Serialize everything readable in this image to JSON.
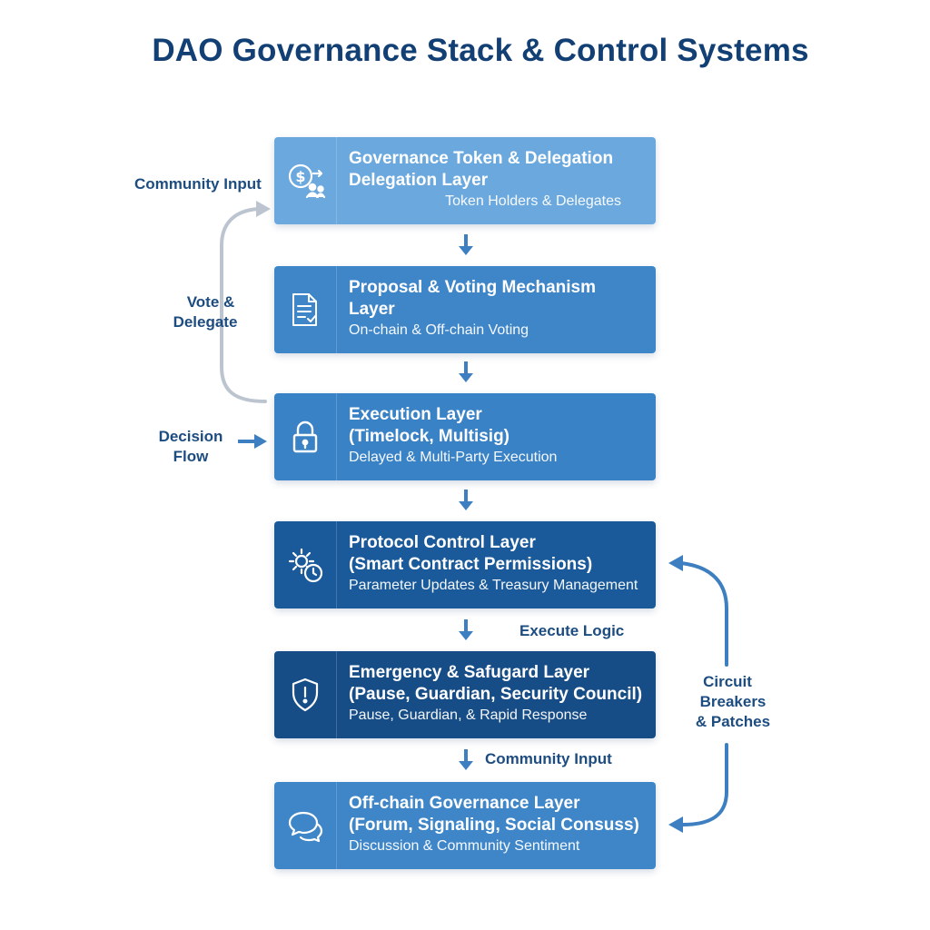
{
  "title": "DAO Governance Stack & Control Systems",
  "layers": [
    {
      "line1": "Governance Token & Delegation",
      "line2": "Delegation Layer",
      "line3": "Token Holders & Delegates",
      "icon": "token-delegation-icon",
      "color": "#6aa8de"
    },
    {
      "line1": "Proposal & Voting Mechanism",
      "line2": "Layer",
      "line3": "On-chain & Off-chain Voting",
      "icon": "document-check-icon",
      "color": "#3f86c9"
    },
    {
      "line1": "Execution Layer",
      "line2": "(Timelock, Multisig)",
      "line3": "Delayed & Multi-Party Execution",
      "icon": "lock-icon",
      "color": "#3a82c6"
    },
    {
      "line1": "Protocol Control Layer",
      "line2": "(Smart Contract Permissions)",
      "line3": "Parameter Updates & Treasury Management",
      "icon": "gear-clock-icon",
      "color": "#1a5a9a"
    },
    {
      "line1": "Emergency & Safugard Layer",
      "line2": "(Pause, Guardian, Security Council)",
      "line3": "Pause, Guardian, & Rapid Response",
      "icon": "shield-alert-icon",
      "color": "#174d86"
    },
    {
      "line1": "Off-chain Governance Layer",
      "line2": "(Forum, Signaling, Social Consuss)",
      "line3": "Discussion & Community Sentiment",
      "icon": "chat-bubbles-icon",
      "color": "#3f86c9"
    }
  ],
  "side_labels": {
    "community_input_top": "Community Input",
    "vote_delegate_1": "Vote &",
    "vote_delegate_2": "Delegate",
    "decision_flow_1": "Decision",
    "decision_flow_2": "Flow",
    "execute_logic": "Execute Logic",
    "community_input_bottom": "Community Input",
    "circuit_1": "Circuit",
    "circuit_2": "Breakers",
    "circuit_3": "& Patches"
  },
  "colors": {
    "title": "#123f74",
    "arrow": "#3d7fc0",
    "loop_arrow_gray": "#bcc5cf"
  }
}
